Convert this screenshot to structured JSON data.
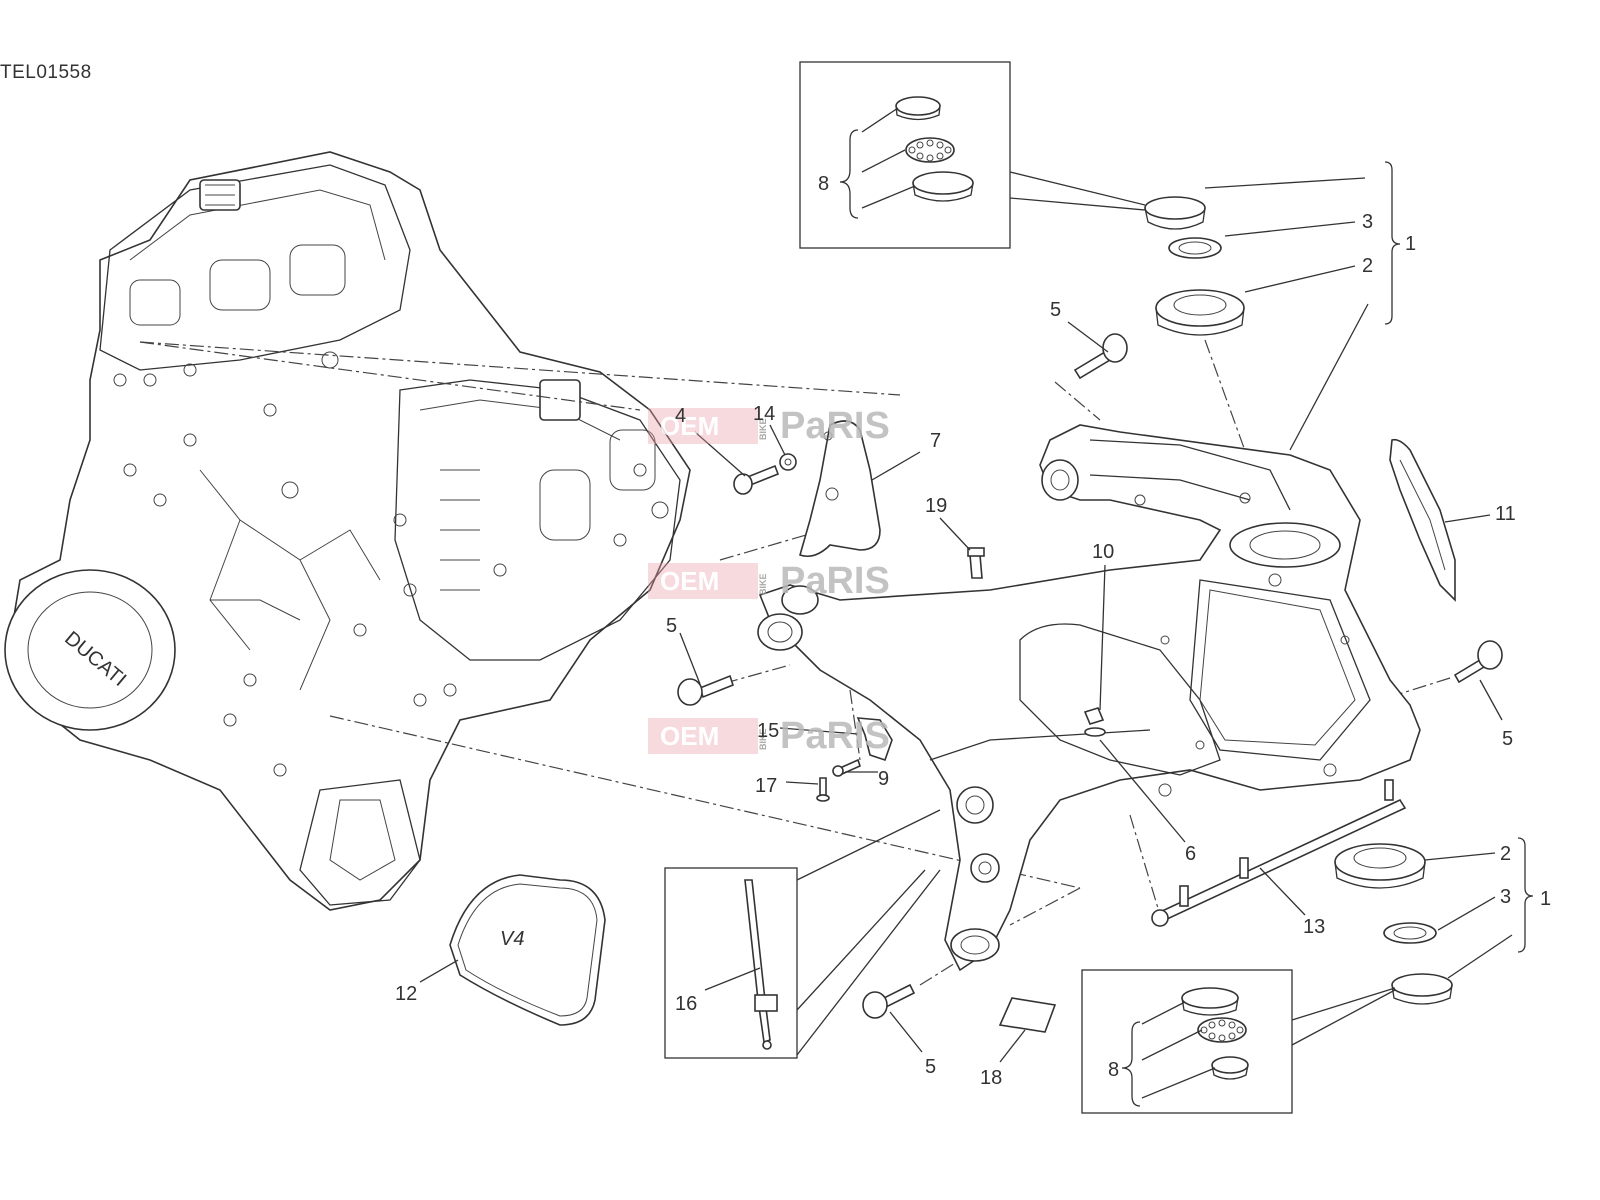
{
  "diagram": {
    "code": "TEL01558",
    "callouts": {
      "c1a": "1",
      "c1b": "1",
      "c2a": "2",
      "c2b": "2",
      "c3a": "3",
      "c3b": "3",
      "c4": "4",
      "c5a": "5",
      "c5b": "5",
      "c5c": "5",
      "c5d": "5",
      "c6": "6",
      "c7": "7",
      "c8a": "8",
      "c8b": "8",
      "c9": "9",
      "c10": "10",
      "c11": "11",
      "c12": "12",
      "c13": "13",
      "c14": "14",
      "c15": "15",
      "c16": "16",
      "c17": "17",
      "c18": "18",
      "c19": "19"
    },
    "engine_cover_text": "DUCATI",
    "gasket_text": "V4",
    "watermark": {
      "oem": "OEM",
      "bike": "BIKE",
      "parts": "PaRIS"
    },
    "colors": {
      "line": "#333333",
      "watermark_bg": "#e8a0a6",
      "watermark_text": "#e07a84"
    }
  }
}
